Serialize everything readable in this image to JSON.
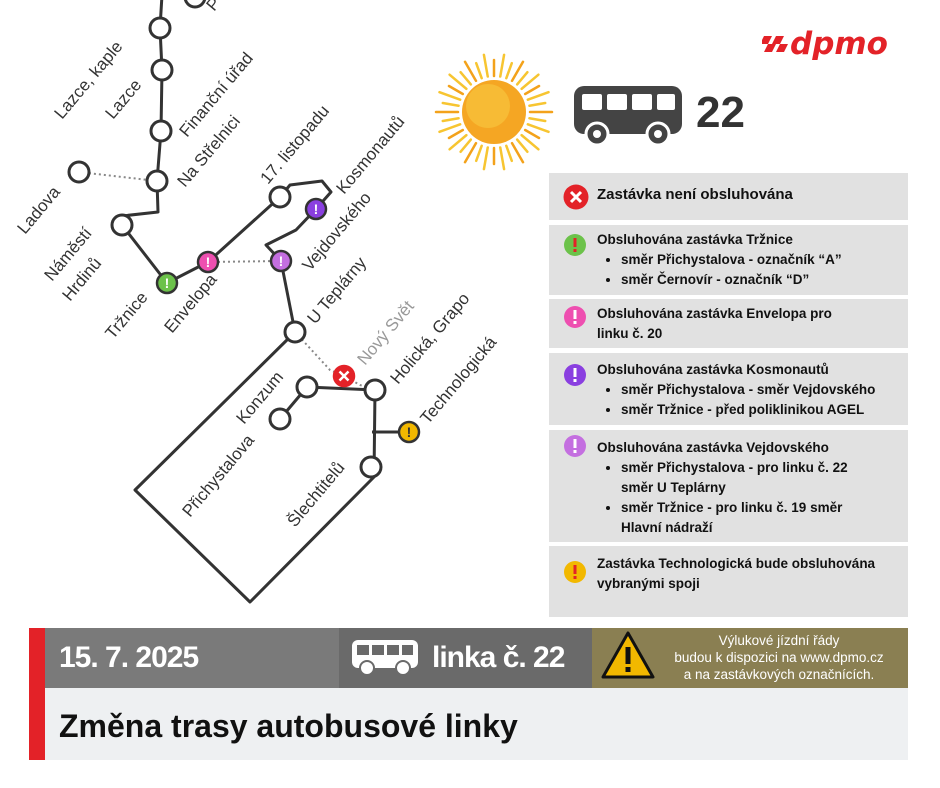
{
  "brand": {
    "logo_text": "dpmo",
    "logo_color": "#e32228"
  },
  "line": {
    "number": "22"
  },
  "map": {
    "stops": {
      "top_cut": "P",
      "lazce_kaple": "Lazce, kaple",
      "lazce": "Lazce",
      "financni_urad": "Finanční úřad",
      "na_strelnici": "Na Střelnici",
      "ladova": "Ladova",
      "namesti_hrdinu_1": "Náměstí",
      "namesti_hrdinu_2": "Hrdinů",
      "trznice": "Tržnice",
      "envelopa": "Envelopa",
      "listopadu": "17. listopadu",
      "kosmonautu": "Kosmonautů",
      "vejdovskeho": "Vejdovského",
      "u_teplarny": "U Teplárny",
      "novy_svet": "Nový Svět",
      "konzum": "Konzum",
      "prichystalova": "Přichystalova",
      "holicka_grapo": "Holická, Grapo",
      "technologicka": "Technologická",
      "slechtitelu": "Šlechtitelů"
    }
  },
  "legend": {
    "not_served": {
      "icon": "x-circle-red",
      "title": "Zastávka není obsluhována"
    },
    "trznice": {
      "icon": "exclamation-green",
      "title": "Obsluhována zastávka Tržnice",
      "items": [
        "směr Přichystalova - označník “A”",
        "směr Černovír - označník “D”"
      ]
    },
    "envelopa": {
      "icon": "exclamation-pink",
      "line1": "Obsluhována zastávka Envelopa pro",
      "line2": "linku č. 20"
    },
    "kosmonautu": {
      "icon": "exclamation-purple",
      "title": "Obsluhována zastávka Kosmonautů",
      "items": [
        "směr Přichystalova - směr Vejdovského",
        "směr Tržnice - před poliklinikou AGEL"
      ]
    },
    "vejdovskeho": {
      "icon": "exclamation-violet",
      "title": "Obsluhována zastávka Vejdovského",
      "item1_a": "směr Přichystalova - pro linku č. 22",
      "item1_b": "směr U Teplárny",
      "item2_a": "směr Tržnice - pro linku č. 19 směr",
      "item2_b": "Hlavní nádraží"
    },
    "technologicka": {
      "icon": "exclamation-yellow",
      "line1": "Zastávka Technologická bude obsluhována",
      "line2": "vybranými spoji"
    }
  },
  "footer": {
    "date": "15. 7. 2025",
    "line_label": "linka č. 22",
    "note_line1": "Výlukové jízdní řády",
    "note_line2": "budou k dispozici na www.dpmo.cz",
    "note_line3": "a na zastávkových označnících.",
    "title": "Změna trasy autobusové linky"
  },
  "colors": {
    "accent_red": "#e32228",
    "green": "#6cc24a",
    "pink": "#ee4fb0",
    "purple": "#8a3fe0",
    "violet": "#c46fe0",
    "yellow": "#f2b800"
  }
}
